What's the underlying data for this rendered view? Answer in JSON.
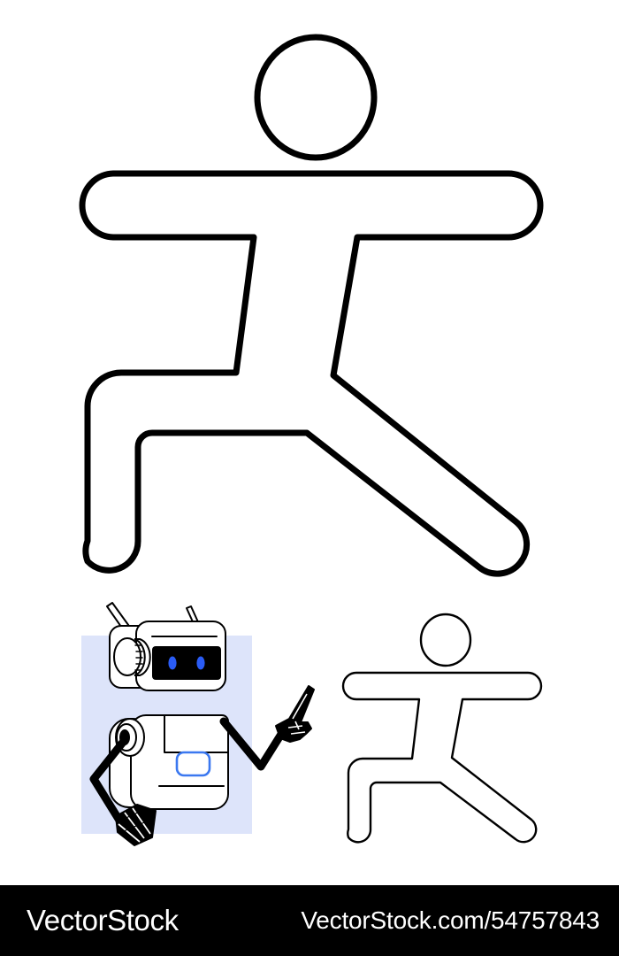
{
  "artwork": {
    "title": "Stick figure yoga pose with robot mascot",
    "background_color": "#ffffff",
    "stroke_color": "#000000",
    "panel_color": "#dde4fa",
    "accent_blue": "#2a5cf5",
    "button_blue": "#3b78f0",
    "visor_color": "#000000",
    "elements": [
      {
        "name": "large-stick-figure",
        "description": "Outlined stick figure in warrior yoga pose",
        "stroke_width": 7
      },
      {
        "name": "robot-mascot",
        "description": "Robot with antennae, dark visor, blue eyes, pointing hand",
        "stroke_width": 2
      },
      {
        "name": "small-stick-figure",
        "description": "Smaller outlined stick figure in same warrior yoga pose",
        "stroke_width": 2
      }
    ]
  },
  "footer": {
    "logo_text": "VectorStock",
    "url_text": "VectorStock.com/54757843",
    "background_color": "#000000",
    "text_color": "#ffffff"
  }
}
